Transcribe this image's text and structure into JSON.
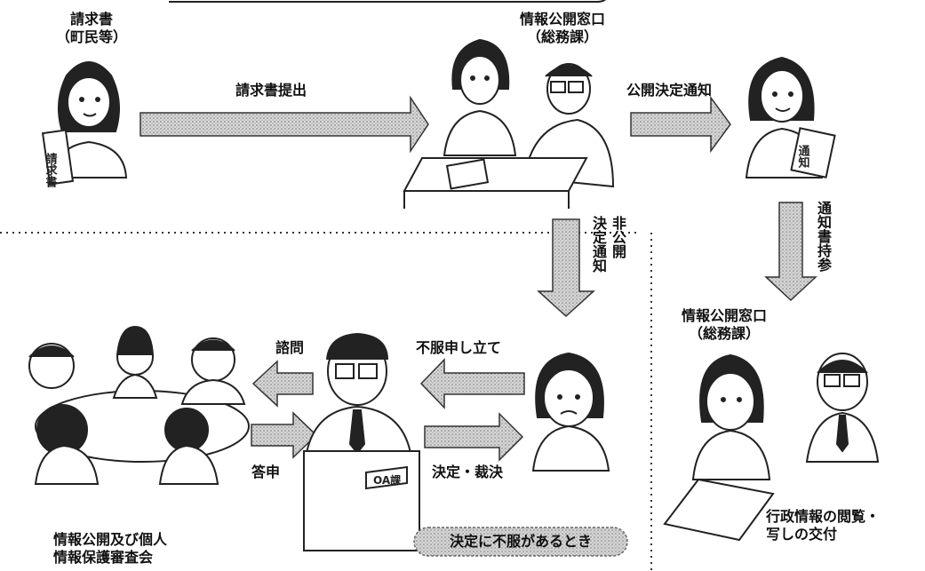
{
  "nodes": {
    "requester": {
      "line1": "請求書",
      "line2": "（町民等）"
    },
    "window_top": {
      "line1": "情報公開窓口",
      "line2": "（総務課）"
    },
    "window_bottom": {
      "line1": "情報公開窓口",
      "line2": "（総務課）"
    },
    "council": {
      "line1": "情報公開及び個人",
      "line2": "情報保護審査会"
    },
    "delivery": {
      "line1": "行政情報の閲覧・",
      "line2": "写しの交付"
    }
  },
  "edges": {
    "submit": "請求書提出",
    "disclosure_notice": "公開決定通知",
    "bring_notice": "通知書持参",
    "non_disclosure_col1": "非公開",
    "non_disclosure_col2": "決定通知",
    "consult": "諮問",
    "objection": "不服申し立て",
    "report": "答申",
    "decision": "決定・裁決"
  },
  "props": {
    "doc_request": "請求書",
    "doc_notice": "通知",
    "desk_sign": "OA課"
  },
  "bubble": "決定に不服があるとき"
}
